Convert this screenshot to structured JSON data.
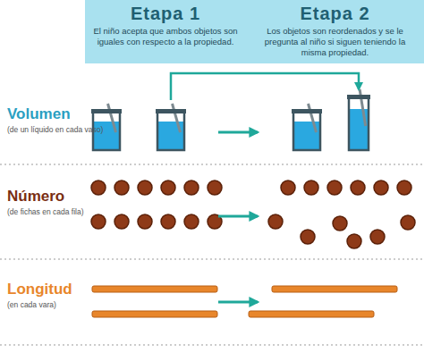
{
  "diagram": {
    "nodes": [
      {
        "text": [
          "Etapa 1",
          "El niño acepta que ambos objetos son iguales con respecto a la propiedad."
        ]
      },
      {
        "text": [
          "Etapa 2",
          "Los objetos son reordenados y se le pregunta al niño si siguen teniendo la misma propiedad."
        ]
      }
    ],
    "labels": [
      "Volumen",
      "(de un líquido en cada vaso)",
      "Número",
      "(de fichas en cada fila)",
      "Longitud",
      "(en cada vara)"
    ]
  }
}
